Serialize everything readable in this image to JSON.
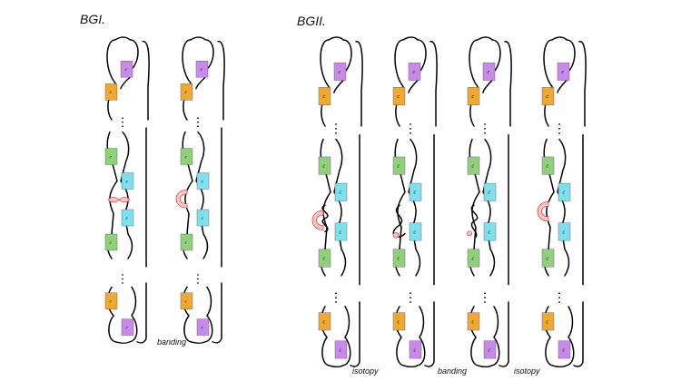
{
  "sections": [
    {
      "title": "BGI.",
      "step_labels": [
        "banding"
      ]
    },
    {
      "title": "BGII.",
      "step_labels": [
        "isotopy",
        "banding",
        "isotopy"
      ]
    }
  ],
  "box_label": "c",
  "colors": {
    "purple": "#c78ae8",
    "orange": "#f0a830",
    "green": "#8fd07a",
    "cyan": "#7ee0ee",
    "band_fill": "#f8c8c8",
    "band_stroke": "#d44444"
  }
}
